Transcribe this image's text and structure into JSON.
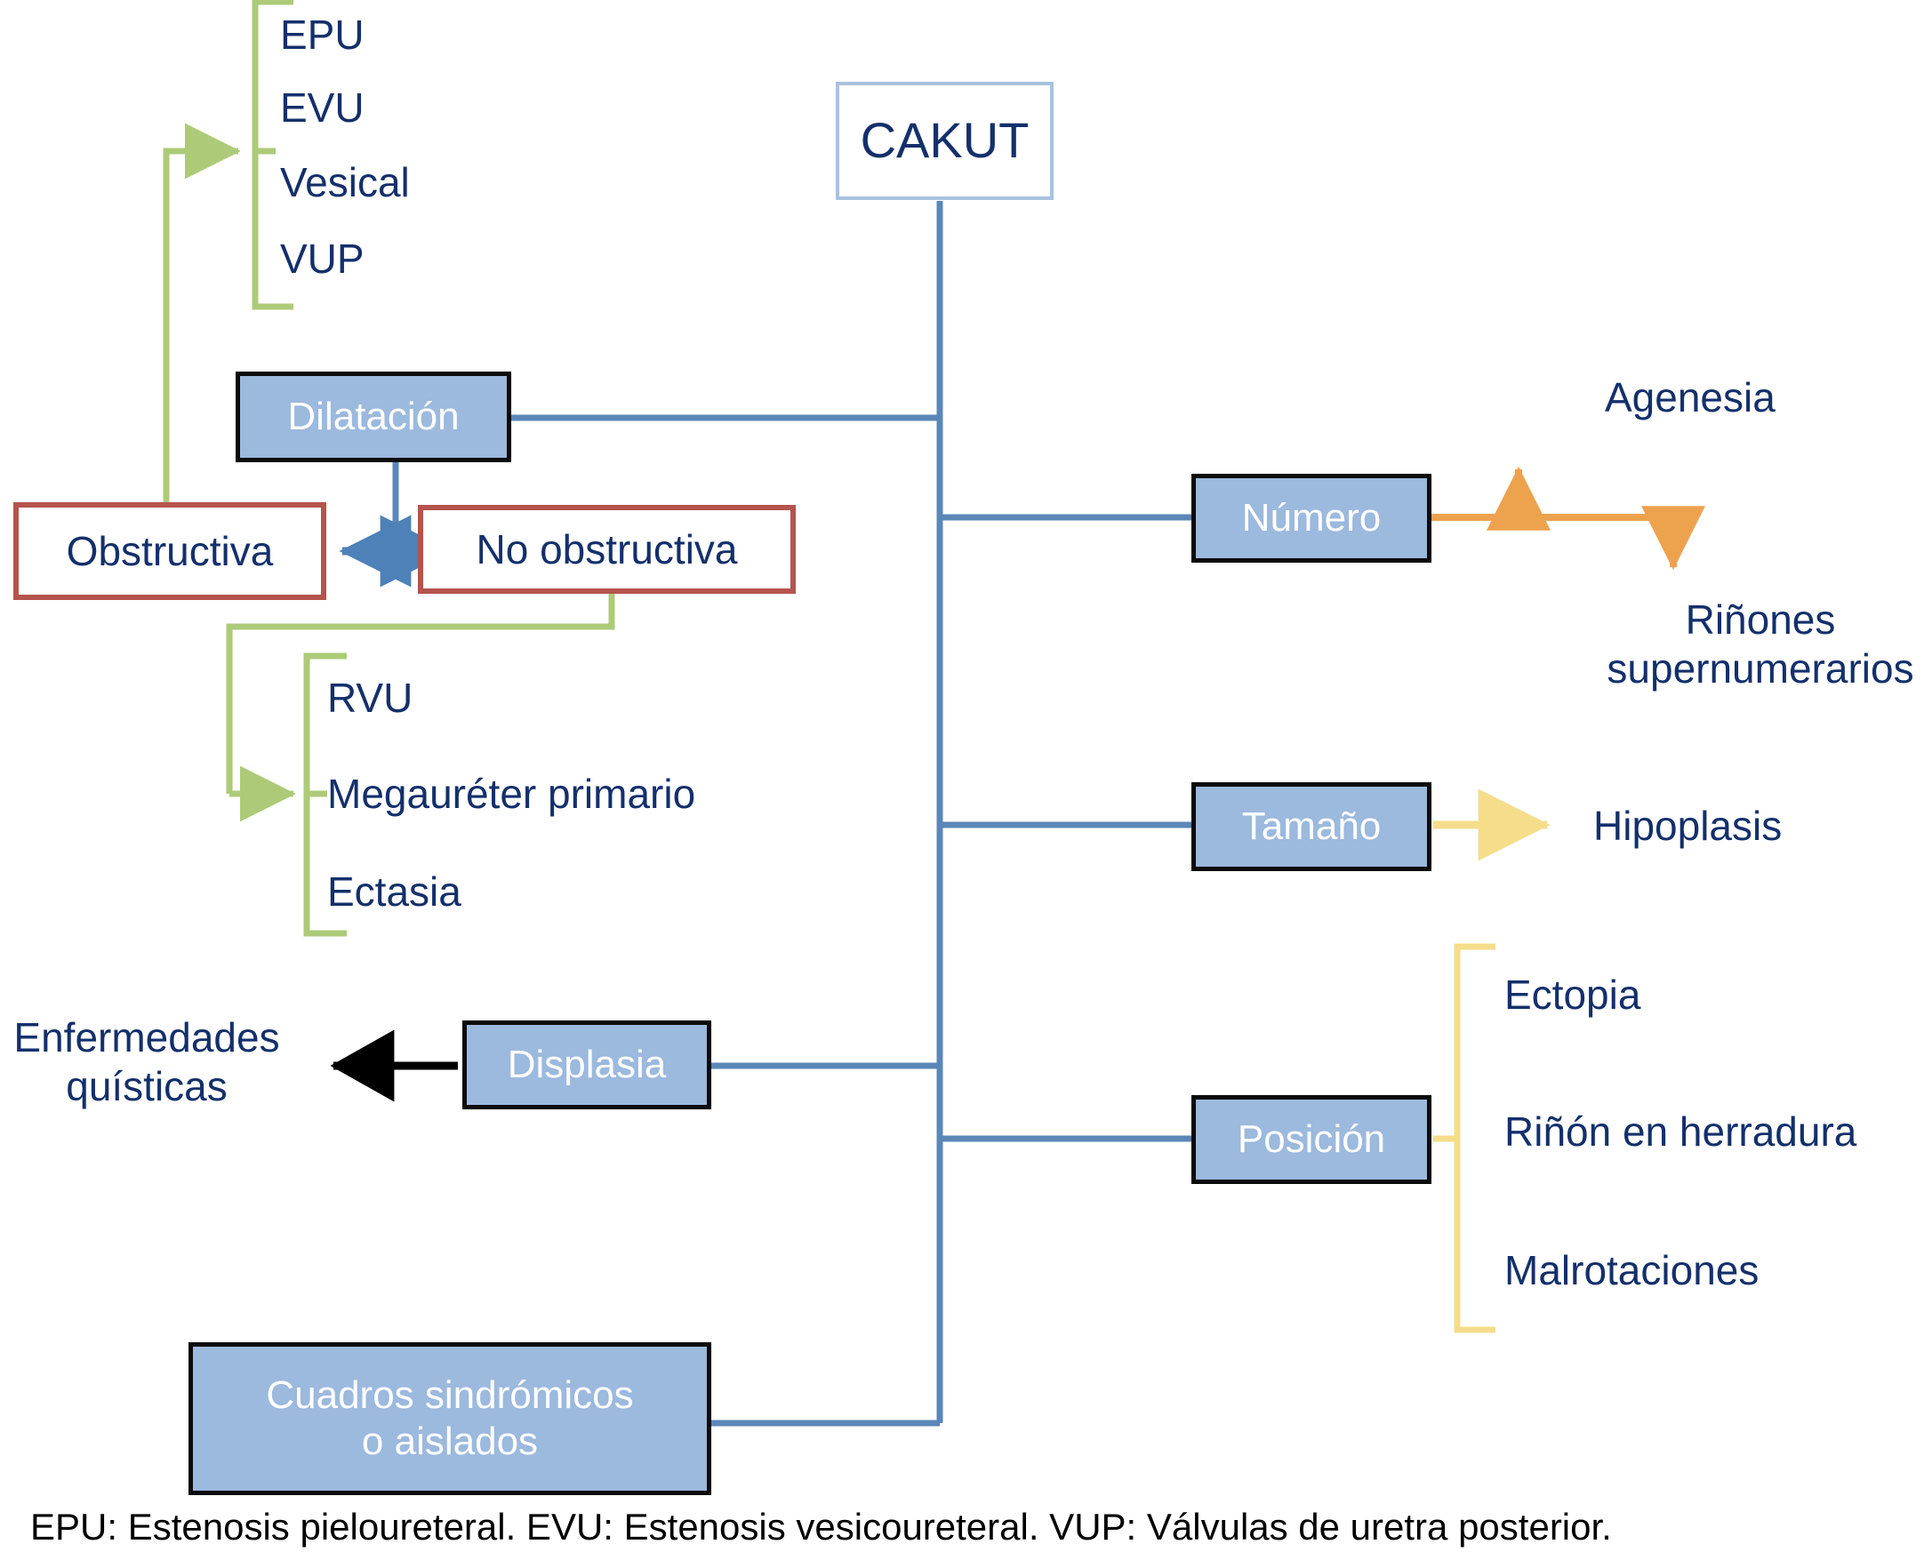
{
  "diagram": {
    "title": "CAKUT",
    "root": {
      "label": "CAKUT"
    },
    "branches": {
      "dilatacion": {
        "label": "Dilatación"
      },
      "numero": {
        "label": "Número"
      },
      "tamano": {
        "label": "Tamaño"
      },
      "posicion": {
        "label": "Posición"
      },
      "displasia": {
        "label": "Displasia"
      },
      "cuadros": {
        "label": "Cuadros sindrómicos\no aislados"
      }
    },
    "obstructive_split": {
      "left": {
        "label": "Obstructiva"
      },
      "right": {
        "label": "No obstructiva"
      }
    },
    "obstructive_list": {
      "items": [
        {
          "label": "EPU"
        },
        {
          "label": "EVU"
        },
        {
          "label": "Vesical"
        },
        {
          "label": "VUP"
        }
      ]
    },
    "non_obstructive_list": {
      "items": [
        {
          "label": "RVU"
        },
        {
          "label": "Megauréter primario"
        },
        {
          "label": "Ectasia"
        }
      ]
    },
    "numero_outcomes": {
      "items": [
        {
          "label": "Agenesia"
        },
        {
          "label": "Riñones\nsupernumerarios"
        }
      ]
    },
    "tamano_outcomes": {
      "items": [
        {
          "label": "Hipoplasis"
        }
      ]
    },
    "posicion_outcomes": {
      "items": [
        {
          "label": "Ectopia"
        },
        {
          "label": "Riñón en herradura"
        },
        {
          "label": "Malrotaciones"
        }
      ]
    },
    "displasia_outcome": {
      "label": "Enfermedades\nquísticas"
    },
    "footnote": {
      "text": "EPU: Estenosis pieloureteral. EVU: Estenosis vesicoureteral. VUP: Válvulas de uretra posterior."
    },
    "colors": {
      "trunk_blue": "#5b87b8",
      "node_fill": "#9cb9de",
      "node_border": "#0b0b0b",
      "root_border": "#a8c2e0",
      "red_border": "#b5534c",
      "green_brace": "#adca78",
      "orange_arrow": "#e9a košík",
      "orange": "#eda24e",
      "yellow": "#f5dd8a",
      "text_navy": "#14306b",
      "text_white": "#ffffff",
      "footnote_black": "#000000"
    }
  }
}
